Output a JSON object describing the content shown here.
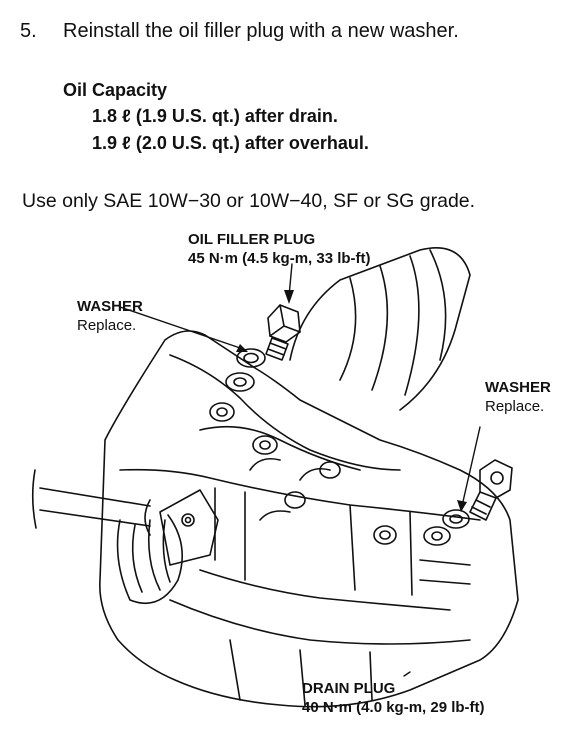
{
  "step": {
    "number": "5.",
    "text": "Reinstall the oil filler plug with a new washer."
  },
  "oil_capacity": {
    "title": "Oil Capacity",
    "lines": [
      "1.8 ℓ (1.9 U.S. qt.) after drain.",
      "1.9 ℓ (2.0 U.S. qt.) after overhaul."
    ]
  },
  "oil_note": "Use only SAE 10W−30 or 10W−40, SF or SG grade.",
  "diagram": {
    "filler_plug": {
      "name": "OIL FILLER PLUG",
      "torque": "45 N·m (4.5 kg-m, 33 lb-ft)"
    },
    "washer_left": {
      "name": "WASHER",
      "note": "Replace."
    },
    "washer_right": {
      "name": "WASHER",
      "note": "Replace."
    },
    "drain_plug": {
      "name": "DRAIN PLUG",
      "torque": "40 N·m (4.0 kg-m, 29 lb-ft)"
    }
  }
}
